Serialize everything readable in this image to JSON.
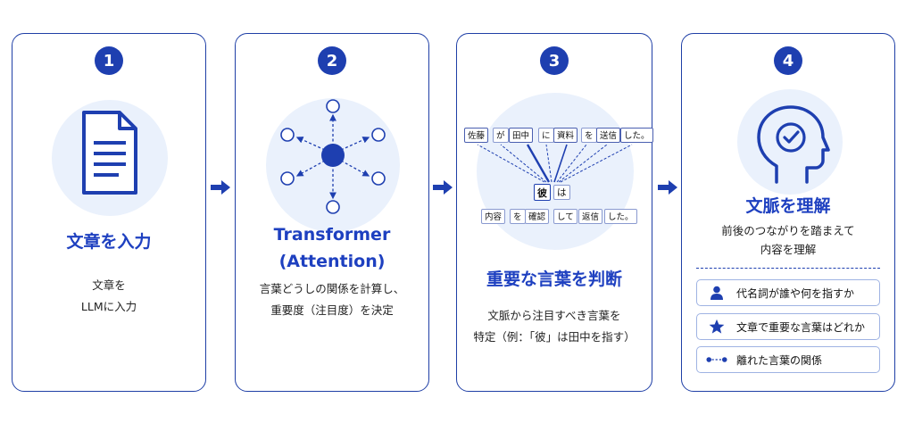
{
  "steps": [
    {
      "number": "1",
      "title": "文章を入力",
      "desc": [
        "文章を",
        "LLMに入力"
      ]
    },
    {
      "number": "2",
      "title": [
        "Transformer",
        "(Attention)"
      ],
      "desc": [
        "言葉どうしの関係を計算し、",
        "重要度（注目度）を決定"
      ]
    },
    {
      "number": "3",
      "title": "重要な言葉を判断",
      "desc": [
        "文脈から注目すべき言葉を",
        "特定（例：「彼」は田中を指す）"
      ]
    },
    {
      "number": "4",
      "title": "文脈を理解",
      "subtitle": [
        "前後のつながりを踏まえて",
        "内容を理解"
      ]
    }
  ],
  "sentence_top": [
    "佐藤",
    "が",
    "田中",
    "に",
    "資料",
    "を",
    "送信",
    "した。"
  ],
  "focus_tokens": [
    "彼",
    "は"
  ],
  "sentence_bottom": [
    "内容",
    "を",
    "確認",
    "して",
    "返信",
    "した。"
  ],
  "features": [
    {
      "icon": "person-icon",
      "label": "代名詞が誰や何を指すか"
    },
    {
      "icon": "star-icon",
      "label": "文章で重要な言葉はどれか"
    },
    {
      "icon": "connection-icon",
      "label": "離れた言葉の関係"
    }
  ],
  "colors": {
    "primary": "#1e3fb0",
    "border": "#1f3fa6",
    "blob": "#eaf1fc"
  }
}
